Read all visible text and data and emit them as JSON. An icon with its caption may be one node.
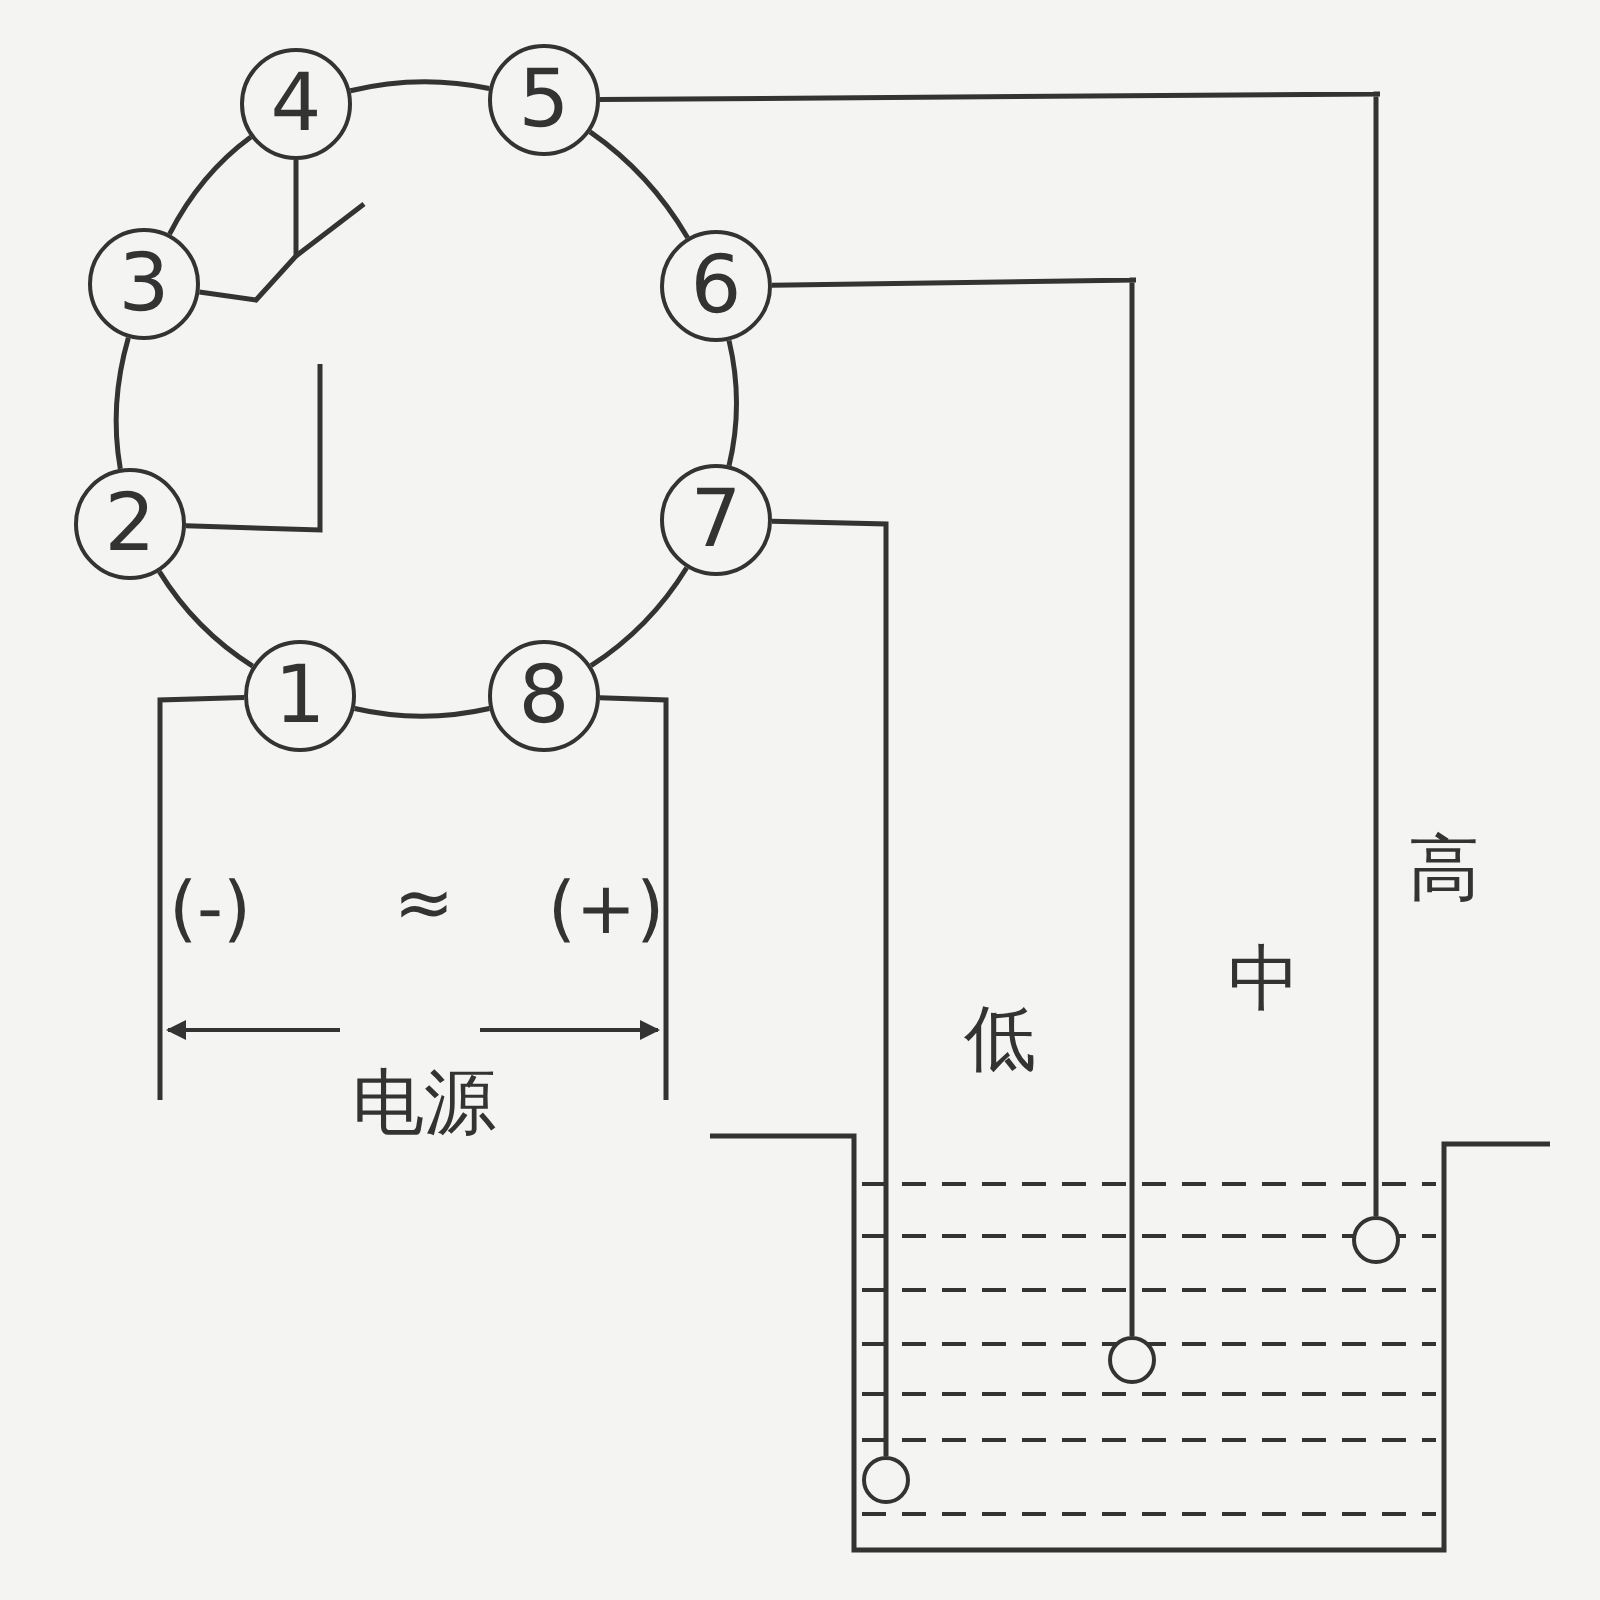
{
  "diagram": {
    "nodes": [
      {
        "text": [
          "1"
        ]
      },
      {
        "text": [
          "2"
        ]
      },
      {
        "text": [
          "3"
        ]
      },
      {
        "text": [
          "4"
        ]
      },
      {
        "text": [
          "5"
        ]
      },
      {
        "text": [
          "6"
        ]
      },
      {
        "text": [
          "7"
        ]
      },
      {
        "text": [
          "8"
        ]
      },
      {
        "text": [],
        "shape": "circle"
      },
      {
        "text": [],
        "shape": "circle"
      },
      {
        "text": [],
        "shape": "circle"
      }
    ],
    "edges": [
      {
        "from": 3,
        "to": 4,
        "arrow": "none"
      },
      {
        "from": 4,
        "to": 5,
        "arrow": "none"
      },
      {
        "from": 5,
        "to": 6,
        "arrow": "none"
      },
      {
        "from": 6,
        "to": 7,
        "arrow": "none"
      },
      {
        "from": 7,
        "to": 0,
        "arrow": "none"
      },
      {
        "from": 0,
        "to": 1,
        "arrow": "none"
      },
      {
        "from": 1,
        "to": 2,
        "arrow": "none"
      },
      {
        "from": 2,
        "to": 3,
        "arrow": "none"
      },
      {
        "from": 2,
        "to": 3,
        "arrow": "none"
      },
      {
        "from": 1,
        "to": null,
        "arrow": "none"
      },
      {
        "from": 0,
        "to": null,
        "arrow": "none"
      },
      {
        "from": 7,
        "to": null,
        "arrow": "none"
      },
      {
        "from": 4,
        "to": 10,
        "arrow": "none"
      },
      {
        "from": 5,
        "to": 9,
        "arrow": "none"
      },
      {
        "from": 6,
        "to": 8,
        "arrow": "none"
      }
    ],
    "labels": [
      "高",
      "(-)",
      "≈",
      "(+)",
      "中",
      "低",
      "电源"
    ]
  }
}
